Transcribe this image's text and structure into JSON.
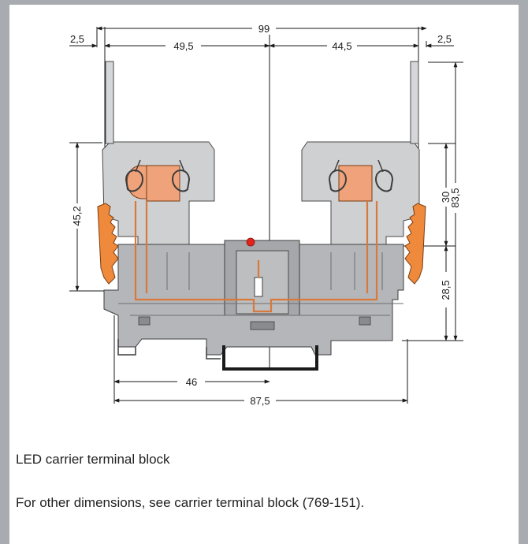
{
  "dimensions": {
    "top_total": "99",
    "top_left_margin": "2,5",
    "top_left_half": "49,5",
    "top_right_half": "44,5",
    "top_right_margin": "2,5",
    "left_height": "45,2",
    "right_upper": "30",
    "right_total": "83,5",
    "right_lower": "28,5",
    "bottom_half": "46",
    "bottom_total": "87,5"
  },
  "caption": {
    "title": "LED carrier terminal block",
    "note": "For other dimensions, see carrier terminal block (769-151)."
  },
  "colors": {
    "housing": "#c9cacc",
    "housing_dark": "#9a9b9e",
    "marker": "#ef8a3c",
    "clamp": "#f0a37a",
    "led": "#e2231a",
    "frame": "#a8abb0"
  }
}
